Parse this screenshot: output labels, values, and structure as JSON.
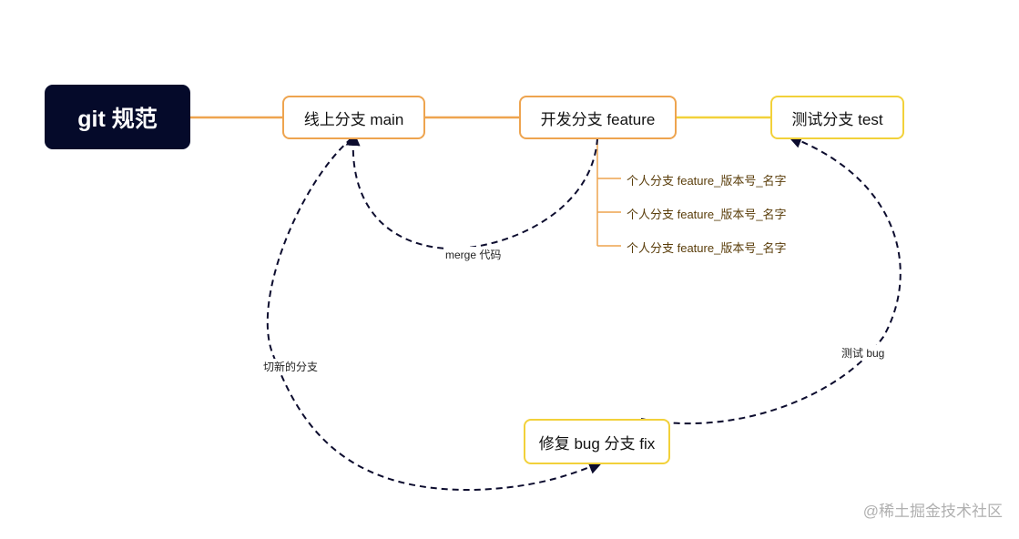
{
  "root": {
    "label": "git 规范"
  },
  "branches": {
    "main": "线上分支 main",
    "feature": "开发分支 feature",
    "test": "测试分支 test",
    "fix": "修复 bug 分支 fix"
  },
  "personal_branches": [
    "个人分支 feature_版本号_名字",
    "个人分支 feature_版本号_名字",
    "个人分支 feature_版本号_名字"
  ],
  "edge_labels": {
    "merge": "merge 代码",
    "new_branch": "切新的分支",
    "test_bug": "测试 bug"
  },
  "watermark": "@稀土掘金技术社区",
  "colors": {
    "root_bg": "#050a2a",
    "orange": "#eea44f",
    "yellow": "#f2d13a",
    "dashed": "#0c0c2e"
  }
}
